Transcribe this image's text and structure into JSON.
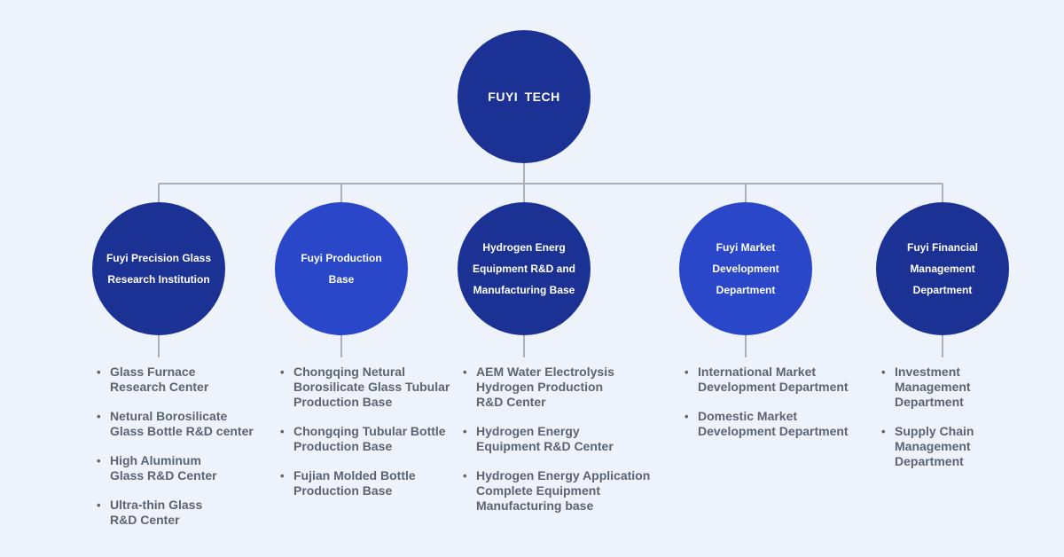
{
  "root": {
    "label": "FUYI TECH",
    "color": "#1c3194"
  },
  "departments": [
    {
      "label": "Fuyi Precision Glass Research Institution",
      "color": "#1c3194",
      "items": [
        "Glass Furnace\nResearch Center",
        "Netural Borosilicate\nGlass Bottle R&D center",
        "High Aluminum\nGlass R&D Center",
        "Ultra-thin Glass\nR&D Center"
      ]
    },
    {
      "label": "Fuyi Production Base",
      "color": "#2a47c9",
      "items": [
        "Chongqing Netural\nBorosilicate Glass Tubular\nProduction Base",
        "Chongqing Tubular Bottle\nProduction Base",
        "Fujian Molded Bottle\nProduction Base"
      ]
    },
    {
      "label": "Hydrogen Energ Equipment R&D and Manufacturing Base",
      "color": "#1c3194",
      "items": [
        "AEM Water Electrolysis\nHydrogen Production\nR&D Center",
        "Hydrogen Energy\nEquipment R&D Center",
        "Hydrogen Energy Application\nComplete Equipment\nManufacturing base"
      ]
    },
    {
      "label": "Fuyi Market Development Department",
      "color": "#2a47c9",
      "items": [
        "International Market\nDevelopment Department",
        "Domestic Market\nDevelopment Department"
      ]
    },
    {
      "label": "Fuyi Financial Management Department",
      "color": "#1c3194",
      "items": [
        "Investment\nManagement\nDepartment",
        "Supply Chain\nManagement\nDepartment"
      ]
    }
  ],
  "colors": {
    "background": "#eef3fb",
    "connector": "#a9b0ba",
    "bullet_text": "#5a6472"
  }
}
